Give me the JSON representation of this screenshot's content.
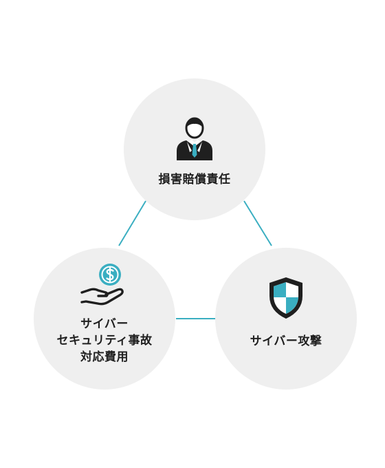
{
  "colors": {
    "accent": "#3aaec1",
    "node_fill": "#efefef",
    "icon_dark": "#1f1f1f",
    "text": "#1f1f1f",
    "background": "#ffffff"
  },
  "nodes": {
    "top": {
      "label": "損害賠償責任",
      "icon": "businessperson-icon"
    },
    "left": {
      "lines": [
        "サイバー",
        "セキュリティ事故",
        "対応費用"
      ],
      "icon": "hand-with-coin-icon"
    },
    "right": {
      "label": "サイバー攻撃",
      "icon": "shield-icon"
    }
  }
}
